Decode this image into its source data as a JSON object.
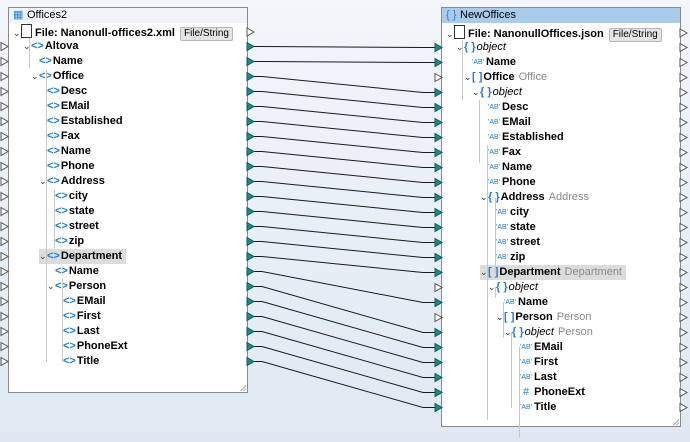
{
  "left": {
    "title": "Offices2",
    "title_icon": "xml-schema-icon",
    "file_label": "File: Nanonull-offices2.xml",
    "file_button": "File/String",
    "rows": [
      {
        "label": "Altova",
        "depth": 0,
        "expand": true,
        "filled": true
      },
      {
        "label": "Name",
        "depth": 1,
        "expand": false,
        "filled": true
      },
      {
        "label": "Office",
        "depth": 1,
        "expand": true,
        "filled": true
      },
      {
        "label": "Desc",
        "depth": 2,
        "expand": false,
        "filled": true
      },
      {
        "label": "EMail",
        "depth": 2,
        "expand": false,
        "filled": true
      },
      {
        "label": "Established",
        "depth": 2,
        "expand": false,
        "filled": true
      },
      {
        "label": "Fax",
        "depth": 2,
        "expand": false,
        "filled": true
      },
      {
        "label": "Name",
        "depth": 2,
        "expand": false,
        "filled": true
      },
      {
        "label": "Phone",
        "depth": 2,
        "expand": false,
        "filled": true
      },
      {
        "label": "Address",
        "depth": 2,
        "expand": true,
        "filled": true
      },
      {
        "label": "city",
        "depth": 3,
        "expand": false,
        "filled": true
      },
      {
        "label": "state",
        "depth": 3,
        "expand": false,
        "filled": true
      },
      {
        "label": "street",
        "depth": 3,
        "expand": false,
        "filled": true
      },
      {
        "label": "zip",
        "depth": 3,
        "expand": false,
        "filled": true
      },
      {
        "label": "Department",
        "depth": 2,
        "expand": true,
        "filled": true,
        "selected": true
      },
      {
        "label": "Name",
        "depth": 3,
        "expand": false,
        "filled": true
      },
      {
        "label": "Person",
        "depth": 3,
        "expand": true,
        "filled": true
      },
      {
        "label": "EMail",
        "depth": 4,
        "expand": false,
        "filled": true
      },
      {
        "label": "First",
        "depth": 4,
        "expand": false,
        "filled": true
      },
      {
        "label": "Last",
        "depth": 4,
        "expand": false,
        "filled": true
      },
      {
        "label": "PhoneExt",
        "depth": 4,
        "expand": false,
        "filled": true
      },
      {
        "label": "Title",
        "depth": 4,
        "expand": false,
        "filled": true
      }
    ]
  },
  "right": {
    "title": "NewOffices",
    "title_icon": "json-object-icon",
    "file_label": "File: NanonullOffices.json",
    "file_button": "File/String",
    "rows": [
      {
        "label": "object",
        "type": "object",
        "depth": 0,
        "expand": true,
        "in": "filled"
      },
      {
        "label": "Name",
        "type": "string",
        "depth": 1,
        "in": "filled"
      },
      {
        "label": "Office",
        "type": "array",
        "depth": 1,
        "expand": true,
        "sub": "Office",
        "in": "open"
      },
      {
        "label": "object",
        "type": "object",
        "depth": 2,
        "expand": true,
        "in": "filled"
      },
      {
        "label": "Desc",
        "type": "string",
        "depth": 3,
        "in": "filled"
      },
      {
        "label": "EMail",
        "type": "string",
        "depth": 3,
        "in": "filled"
      },
      {
        "label": "Established",
        "type": "string",
        "depth": 3,
        "in": "filled"
      },
      {
        "label": "Fax",
        "type": "string",
        "depth": 3,
        "in": "filled"
      },
      {
        "label": "Name",
        "type": "string",
        "depth": 3,
        "in": "filled"
      },
      {
        "label": "Phone",
        "type": "string",
        "depth": 3,
        "in": "filled"
      },
      {
        "label": "Address",
        "type": "object",
        "depth": 3,
        "expand": true,
        "sub": "Address",
        "in": "filled",
        "bold": true
      },
      {
        "label": "city",
        "type": "string",
        "depth": 4,
        "in": "filled"
      },
      {
        "label": "state",
        "type": "string",
        "depth": 4,
        "in": "filled"
      },
      {
        "label": "street",
        "type": "string",
        "depth": 4,
        "in": "filled"
      },
      {
        "label": "zip",
        "type": "string",
        "depth": 4,
        "in": "filled"
      },
      {
        "label": "Department",
        "type": "array",
        "depth": 3,
        "expand": true,
        "sub": "Department",
        "in": "filled",
        "selected": true
      },
      {
        "label": "object",
        "type": "object",
        "depth": 4,
        "expand": true,
        "in": "open"
      },
      {
        "label": "Name",
        "type": "string",
        "depth": 5,
        "in": "filled"
      },
      {
        "label": "Person",
        "type": "array",
        "depth": 5,
        "expand": true,
        "sub": "Person",
        "in": "open"
      },
      {
        "label": "object",
        "type": "object",
        "depth": 6,
        "expand": true,
        "sub": "Person",
        "in": "filled"
      },
      {
        "label": "EMail",
        "type": "string",
        "depth": 7,
        "in": "filled"
      },
      {
        "label": "First",
        "type": "string",
        "depth": 7,
        "in": "filled"
      },
      {
        "label": "Last",
        "type": "string",
        "depth": 7,
        "in": "filled"
      },
      {
        "label": "PhoneExt",
        "type": "number",
        "depth": 7,
        "in": "filled"
      },
      {
        "label": "Title",
        "type": "string",
        "depth": 7,
        "in": "filled"
      }
    ]
  },
  "mappings": [
    [
      0,
      0
    ],
    [
      1,
      1
    ],
    [
      2,
      3
    ],
    [
      3,
      4
    ],
    [
      4,
      5
    ],
    [
      5,
      6
    ],
    [
      6,
      7
    ],
    [
      7,
      8
    ],
    [
      8,
      9
    ],
    [
      9,
      10
    ],
    [
      10,
      11
    ],
    [
      11,
      12
    ],
    [
      12,
      13
    ],
    [
      13,
      14
    ],
    [
      14,
      15
    ],
    [
      15,
      17
    ],
    [
      16,
      19
    ],
    [
      17,
      20
    ],
    [
      18,
      21
    ],
    [
      19,
      22
    ],
    [
      20,
      23
    ],
    [
      21,
      24
    ]
  ],
  "icons": {
    "string": "'AB'",
    "number": "#",
    "object": "{ }",
    "array": "[ ]",
    "element": "<>"
  },
  "colors": {
    "connector_filled": "#1a8a8a",
    "wire": "#1a1a1a",
    "accent": "#1e7fd6",
    "right_title_bg": "#a9ccec"
  }
}
